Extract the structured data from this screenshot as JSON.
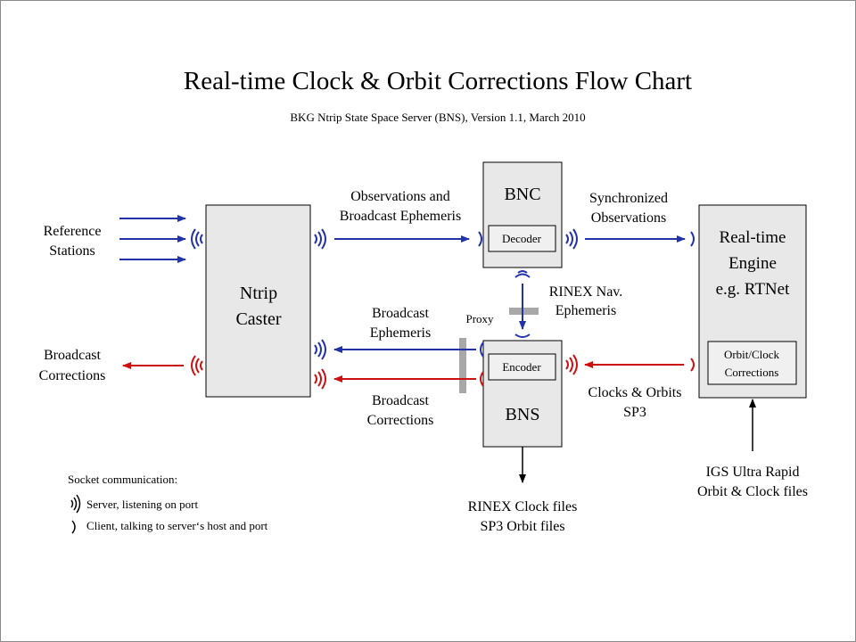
{
  "title": "Real-time Clock & Orbit Corrections Flow Chart",
  "subtitle": "BKG Ntrip State Space Server  (BNS), Version  1.1, March 2010",
  "nodes": {
    "caster": [
      "Ntrip",
      "Caster"
    ],
    "bnc": "BNC",
    "decoder": "Decoder",
    "bns": "BNS",
    "encoder": "Encoder",
    "engine": [
      "Real-time",
      "Engine",
      "e.g. RTNet"
    ],
    "orbit_clock": [
      "Orbit/Clock",
      "Corrections"
    ]
  },
  "labels": {
    "reference_stations": [
      "Reference",
      "Stations"
    ],
    "broadcast_corrections_out": [
      "Broadcast",
      "Corrections"
    ],
    "obs_eph": [
      "Observations and",
      "Broadcast Ephemeris"
    ],
    "sync_obs": [
      "Synchronized",
      "Observations"
    ],
    "rinex_nav": [
      "RINEX Nav.",
      "Ephemeris"
    ],
    "proxy": "Proxy",
    "bc_eph": [
      "Broadcast",
      "Ephemeris"
    ],
    "bc_corr": [
      "Broadcast",
      "Corrections"
    ],
    "clocks_orbits": [
      "Clocks & Orbits",
      "SP3"
    ],
    "rinex_files": [
      "RINEX Clock files",
      "SP3 Orbit files"
    ],
    "igs": [
      "IGS Ultra Rapid",
      "Orbit & Clock files"
    ]
  },
  "legend": {
    "heading": "Socket communication:",
    "server": "Server, listening  on port",
    "client": "Client, talking to server‘s host and port"
  },
  "colors": {
    "observations": "#2233aa",
    "corrections": "#cc1111",
    "box_fill": "#e8e8e8",
    "proxy": "#a8a8a8"
  }
}
